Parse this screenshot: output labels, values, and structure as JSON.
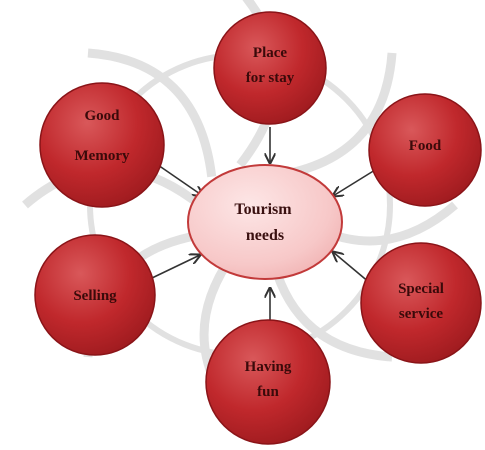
{
  "center": {
    "lines": [
      "Tourism",
      "needs"
    ]
  },
  "needs": [
    {
      "id": "place-for-stay",
      "lines": [
        "Place",
        "for stay"
      ]
    },
    {
      "id": "food",
      "lines": [
        "Food"
      ]
    },
    {
      "id": "special-service",
      "lines": [
        "Special",
        "service"
      ]
    },
    {
      "id": "having-fun",
      "lines": [
        "Having",
        "fun"
      ]
    },
    {
      "id": "selling",
      "lines": [
        "Selling"
      ]
    },
    {
      "id": "good-memory",
      "lines": [
        "Good",
        "Memory"
      ]
    }
  ],
  "colors": {
    "outer_fill": "#c0282c",
    "outer_stroke": "#8a1418",
    "center_fill": "#f7c8c8",
    "center_stroke": "#c23a3a",
    "arrow": "#333333",
    "watermark": "#d9d9d9"
  }
}
